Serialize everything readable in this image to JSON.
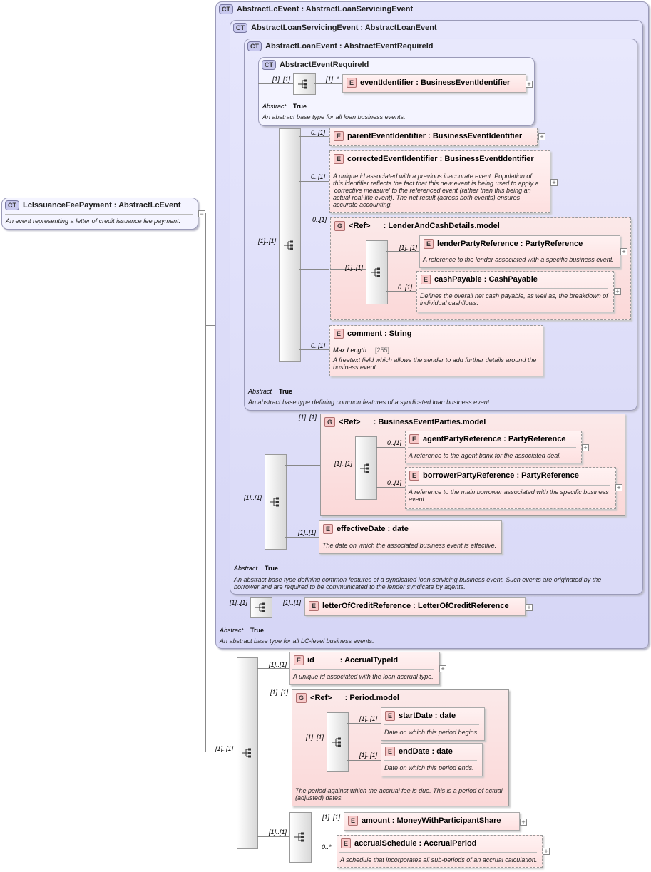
{
  "root": {
    "badge": "CT",
    "title": "LcIssuanceFeePayment : AbstractLcEvent",
    "doc": "An event representing a letter of credit issuance fee payment."
  },
  "abstract_lc_event": {
    "badge": "CT",
    "title": "AbstractLcEvent : AbstractLoanServicingEvent",
    "abstract_label": "Abstract",
    "abstract_value": "True",
    "doc": "An abstract base type for all LC-level business events."
  },
  "abstract_loan_servicing_event": {
    "badge": "CT",
    "title": "AbstractLoanServicingEvent : AbstractLoanEvent",
    "abstract_label": "Abstract",
    "abstract_value": "True",
    "doc_line1": "An abstract base type defining common features of a syndicated loan servicing business event. Such events are originated by the",
    "doc_line2": "borrower and are required to be communicated to the lender syndicate by agents."
  },
  "abstract_loan_event": {
    "badge": "CT",
    "title": "AbstractLoanEvent : AbstractEventRequireId",
    "abstract_label": "Abstract",
    "abstract_value": "True",
    "doc": "An abstract base type defining common features of a syndicated loan business event."
  },
  "abstract_event_require_id": {
    "badge": "CT",
    "title": "AbstractEventRequireId",
    "abstract_label": "Abstract",
    "abstract_value": "True",
    "doc": "An abstract base type for all loan business events."
  },
  "elements": {
    "event_identifier": {
      "badge": "E",
      "title": "eventIdentifier : BusinessEventIdentifier",
      "card": "[1]..*"
    },
    "parent_event_identifier": {
      "badge": "E",
      "title": "parentEventIdentifier : BusinessEventIdentifier",
      "card": "0..[1]"
    },
    "corrected_event_identifier": {
      "badge": "E",
      "title": "correctedEventIdentifier : BusinessEventIdentifier",
      "card": "0..[1]",
      "doc_lines": [
        "A unique id associated with a previous inaccurate event. Population of",
        "this identifier reflects the fact that this new event is being used to apply a",
        "'corrective measure' to the referenced event (rather than this being an",
        "actual real-life event). The net result (across both events) ensures",
        "accurate accounting."
      ]
    },
    "lender_and_cash_group": {
      "badge": "G",
      "ref": "<Ref>",
      "title": ": LenderAndCashDetails.model",
      "card": "0..[1]"
    },
    "lender_party_reference": {
      "badge": "E",
      "title": "lenderPartyReference : PartyReference",
      "card": "[1]..[1]",
      "doc": "A reference to the lender associated with a specific business event."
    },
    "cash_payable": {
      "badge": "E",
      "title": "cashPayable : CashPayable",
      "card": "0..[1]",
      "doc_lines": [
        "Defines the overall net cash payable, as well as, the breakdown of",
        "individual cashflows."
      ]
    },
    "comment": {
      "badge": "E",
      "title": "comment : String",
      "card": "0..[1]",
      "max_length_label": "Max Length",
      "max_length_value": "[255]",
      "doc_lines": [
        "A freetext field which allows the sender to add further details around the",
        "business event."
      ]
    },
    "business_event_parties_group": {
      "badge": "G",
      "ref": "<Ref>",
      "title": ": BusinessEventParties.model",
      "card": "[1]..[1]"
    },
    "agent_party_reference": {
      "badge": "E",
      "title": "agentPartyReference : PartyReference",
      "card": "0..[1]",
      "doc": "A reference to the agent bank for the associated deal."
    },
    "borrower_party_reference": {
      "badge": "E",
      "title": "borrowerPartyReference : PartyReference",
      "card": "0..[1]",
      "doc_lines": [
        "A reference to the main borrower associated with the specific business",
        "event."
      ]
    },
    "effective_date": {
      "badge": "E",
      "title": "effectiveDate : date",
      "card": "[1]..[1]",
      "doc": "The date on which the associated business event is effective."
    },
    "letter_of_credit_reference": {
      "badge": "E",
      "title": "letterOfCreditReference : LetterOfCreditReference",
      "card": "[1]..[1]"
    },
    "id": {
      "badge": "E",
      "name": "id",
      "type": ": AccrualTypeId",
      "card": "[1]..[1]",
      "doc": "A unique id associated with the loan accrual type."
    },
    "period_group": {
      "badge": "G",
      "ref": "<Ref>",
      "title": ": Period.model",
      "card": "[1]..[1]",
      "doc_lines": [
        "The period against which the accrual fee is due. This is a period of actual",
        "(adjusted) dates."
      ]
    },
    "start_date": {
      "badge": "E",
      "title": "startDate : date",
      "card": "[1]..[1]",
      "doc": "Date on which this period begins."
    },
    "end_date": {
      "badge": "E",
      "title": "endDate : date",
      "card": "[1]..[1]",
      "doc": "Date on which this period ends."
    },
    "amount": {
      "badge": "E",
      "title": "amount : MoneyWithParticipantShare",
      "card": "[1]..[1]"
    },
    "accrual_schedule": {
      "badge": "E",
      "title": "accrualSchedule : AccrualPeriod",
      "card": "0..*",
      "doc": "A schedule that incorporates all sub-periods of an accrual calculation."
    }
  },
  "seq_cards": {
    "eri_seq": "[1]..[1]",
    "loan_event_seq": "[1]..[1]",
    "lender_cash_seq": "[1]..[1]",
    "servicing_seq": "[1]..[1]",
    "parties_seq": "[1]..[1]",
    "lc_seq": "[1]..[1]",
    "root_seq": "[1]..[1]",
    "period_seq": "[1]..[1]",
    "amount_seq": "[1]..[1]"
  }
}
